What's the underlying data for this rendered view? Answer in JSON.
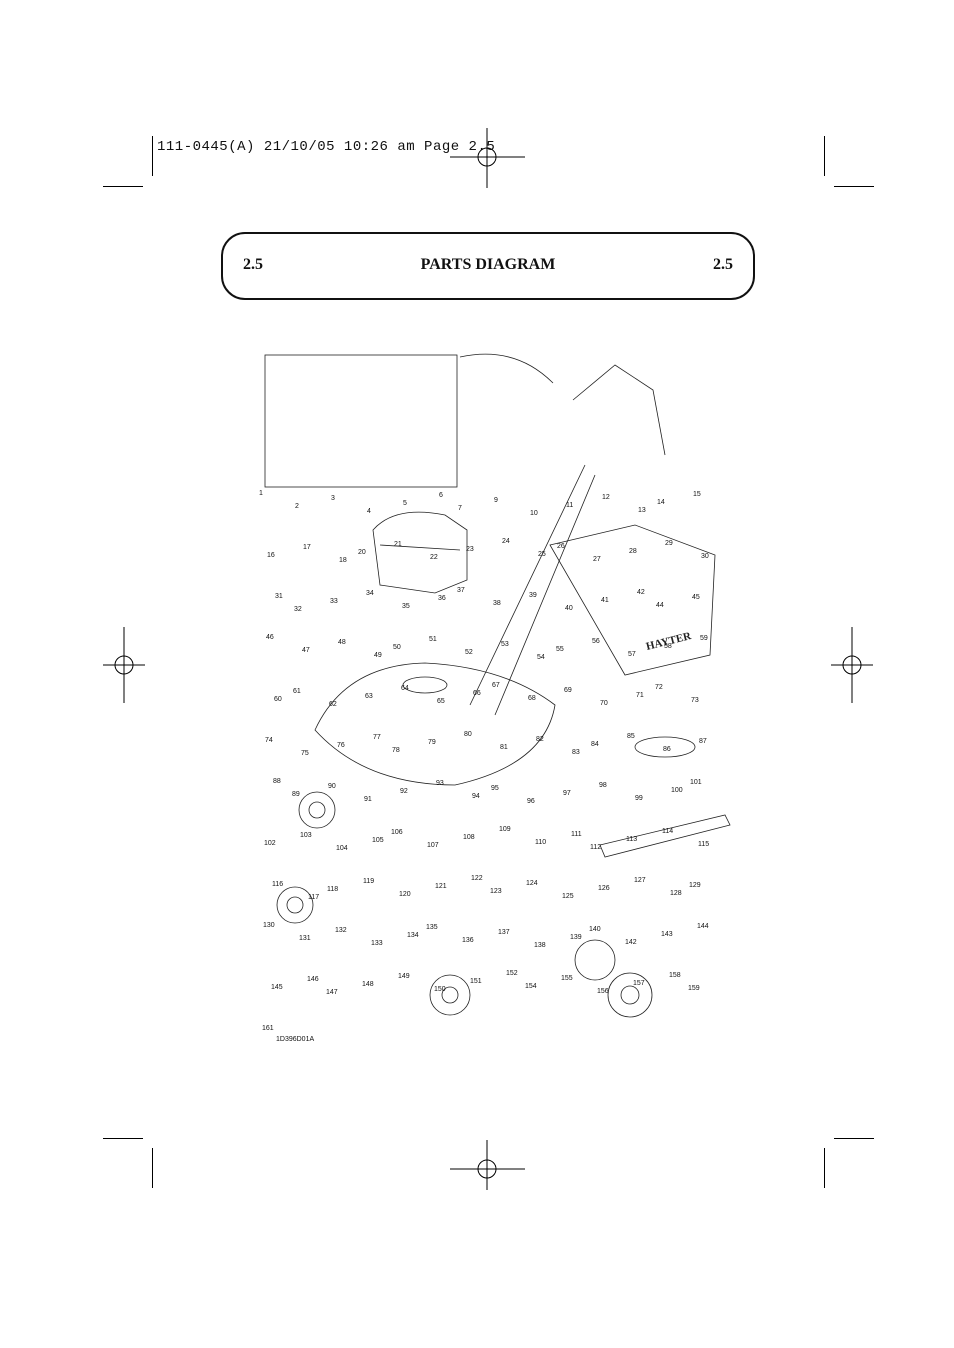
{
  "print_slug": "111-0445(A)  21/10/05  10:26 am  Page 2.5",
  "header": {
    "section_left": "2.5",
    "title": "PARTS DIAGRAM",
    "section_right": "2.5"
  },
  "diagram": {
    "brand_text": "HAYTER",
    "drawing_code": "1D396D01A",
    "part_numbers": [
      "1",
      "2",
      "3",
      "4",
      "5",
      "6",
      "7",
      "9",
      "10",
      "11",
      "12",
      "13",
      "14",
      "15",
      "16",
      "17",
      "18",
      "20",
      "21",
      "22",
      "23",
      "24",
      "25",
      "26",
      "27",
      "28",
      "29",
      "30",
      "31",
      "32",
      "33",
      "34",
      "35",
      "36",
      "37",
      "38",
      "39",
      "40",
      "41",
      "42",
      "44",
      "45",
      "46",
      "47",
      "48",
      "49",
      "50",
      "51",
      "52",
      "53",
      "54",
      "55",
      "56",
      "57",
      "58",
      "59",
      "60",
      "61",
      "62",
      "63",
      "64",
      "65",
      "66",
      "67",
      "68",
      "69",
      "70",
      "71",
      "72",
      "73",
      "74",
      "75",
      "76",
      "77",
      "78",
      "79",
      "80",
      "81",
      "82",
      "83",
      "84",
      "85",
      "86",
      "87",
      "88",
      "89",
      "90",
      "91",
      "92",
      "93",
      "94",
      "95",
      "96",
      "97",
      "98",
      "99",
      "100",
      "101",
      "102",
      "103",
      "104",
      "105",
      "106",
      "107",
      "108",
      "109",
      "110",
      "111",
      "112",
      "113",
      "114",
      "115",
      "116",
      "117",
      "118",
      "119",
      "120",
      "121",
      "122",
      "123",
      "124",
      "125",
      "126",
      "127",
      "128",
      "129",
      "130",
      "131",
      "132",
      "133",
      "134",
      "135",
      "136",
      "137",
      "138",
      "139",
      "140",
      "142",
      "143",
      "144",
      "145",
      "146",
      "147",
      "148",
      "149",
      "150",
      "151",
      "152",
      "154",
      "155",
      "156",
      "157",
      "158",
      "159",
      "161"
    ]
  }
}
